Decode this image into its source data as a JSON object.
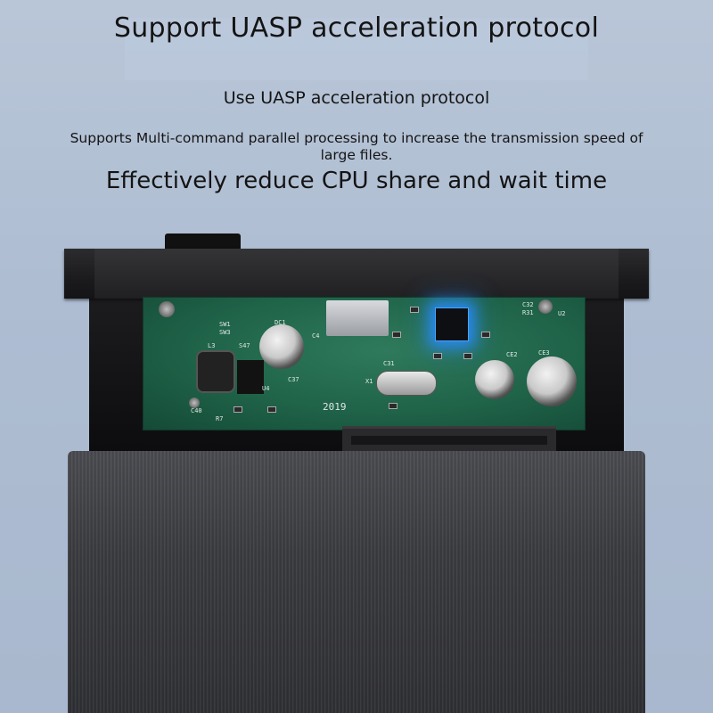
{
  "headline": "Support UASP acceleration protocol",
  "subheadline": "Use UASP acceleration protocol",
  "description": "Supports Multi-command parallel processing to increase the transmission speed of large files.",
  "tagline": "Effectively reduce CPU share and wait time",
  "pcb_silkscreen": {
    "year": "2019",
    "labels": [
      "SW1",
      "SW3",
      "L3",
      "DC1",
      "C4",
      "C37",
      "C31",
      "X1",
      "C40",
      "R7",
      "U4",
      "S47",
      "CE3",
      "CE2",
      "U2",
      "C32",
      "R31"
    ]
  },
  "colors": {
    "background": "#aebdd2",
    "pcb": "#1f6349",
    "chip_glow": "#288cff",
    "case": "#3a3b3f"
  }
}
